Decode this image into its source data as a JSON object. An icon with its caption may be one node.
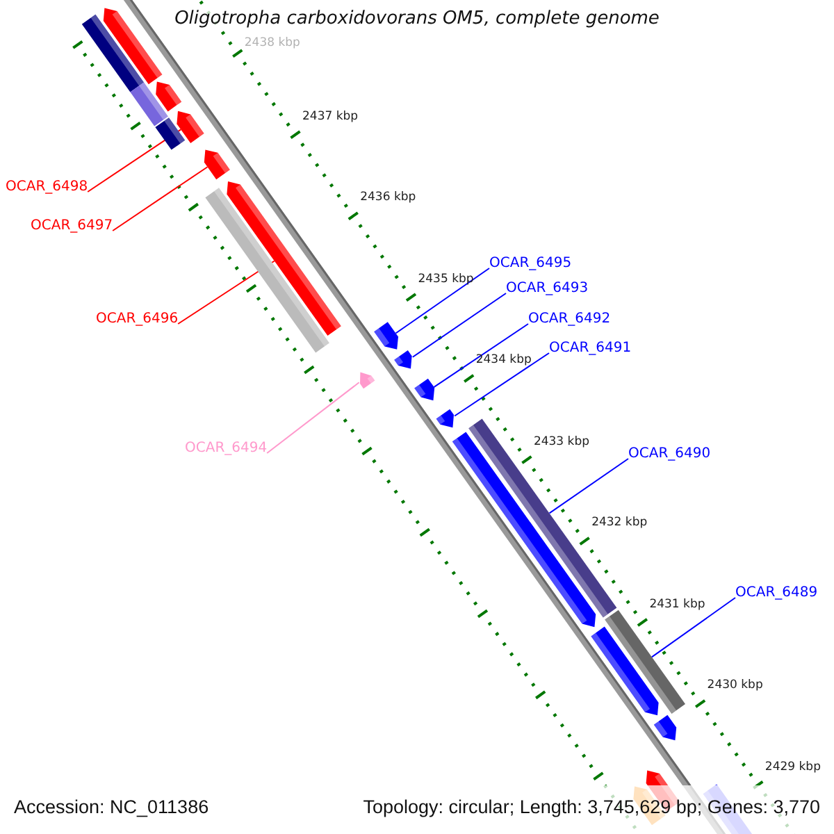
{
  "diagram": {
    "title": "Oligotropha carboxidovorans OM5, complete genome",
    "nodes": [
      {
        "text": [
          "OCAR_6495"
        ]
      },
      {
        "text": [
          "OCAR_6493"
        ]
      },
      {
        "text": [
          "OCAR_6492"
        ]
      },
      {
        "text": [
          "OCAR_6491"
        ]
      },
      {
        "text": [
          "OCAR_6498"
        ]
      },
      {
        "text": [
          "OCAR_6497"
        ]
      },
      {
        "text": [
          "OCAR_6496"
        ]
      },
      {
        "text": [
          "OCAR_6494"
        ]
      },
      {
        "text": [
          "OCAR_6490"
        ]
      },
      {
        "text": [
          "OCAR_6489"
        ]
      },
      {
        "text": [],
        "shape": "bar"
      },
      {
        "text": [],
        "shape": "bar"
      },
      {
        "text": [],
        "shape": "bar"
      },
      {
        "text": [],
        "shape": "bar"
      },
      {
        "text": [],
        "shape": "bar"
      },
      {
        "text": [],
        "shape": "bar"
      },
      {
        "text": [],
        "shape": "bar"
      },
      {
        "text": [],
        "shape": "bar"
      },
      {
        "text": [],
        "shape": "bar"
      },
      {
        "text": [],
        "shape": "bar"
      },
      {
        "text": [],
        "shape": "bar"
      },
      {
        "text": [],
        "shape": "bar"
      },
      {
        "text": [],
        "shape": "bar"
      },
      {
        "text": [],
        "shape": "bar"
      },
      {
        "text": [],
        "shape": "bar"
      },
      {
        "text": [],
        "shape": "bar"
      },
      {
        "text": [],
        "shape": "bar"
      },
      {
        "text": [],
        "shape": "bar"
      },
      {
        "text": [],
        "shape": "bar"
      },
      {
        "text": [],
        "shape": "bar"
      },
      {
        "text": [],
        "shape": "bar"
      },
      {
        "text": [],
        "shape": "bar"
      }
    ],
    "edges": [
      {
        "from": 0,
        "to": 19,
        "arrow": "none"
      },
      {
        "from": 1,
        "to": 20,
        "arrow": "none"
      },
      {
        "from": 2,
        "to": 22,
        "arrow": "none"
      },
      {
        "from": 3,
        "to": 23,
        "arrow": "none"
      },
      {
        "from": 4,
        "to": 14,
        "arrow": "none",
        "color": "#ff0000"
      },
      {
        "from": 5,
        "to": 16,
        "arrow": "none",
        "color": "#ff0000"
      },
      {
        "from": 6,
        "to": 17,
        "arrow": "none",
        "color": "#ff0000"
      },
      {
        "from": 7,
        "to": 21,
        "arrow": "none",
        "color": "#ff99cc"
      },
      {
        "from": 8,
        "to": 24,
        "arrow": "none"
      },
      {
        "from": 9,
        "to": 26,
        "arrow": "none"
      }
    ],
    "labels": [
      "2438 kbp",
      "2437 kbp",
      "2436 kbp",
      "2435 kbp",
      "2434 kbp",
      "2433 kbp",
      "2432 kbp",
      "2431 kbp",
      "2430 kbp",
      "2429 kbp",
      "Accession: NC_011386",
      "Topology: circular; Length: 3,745,629 bp; Genes: 3,770"
    ]
  }
}
